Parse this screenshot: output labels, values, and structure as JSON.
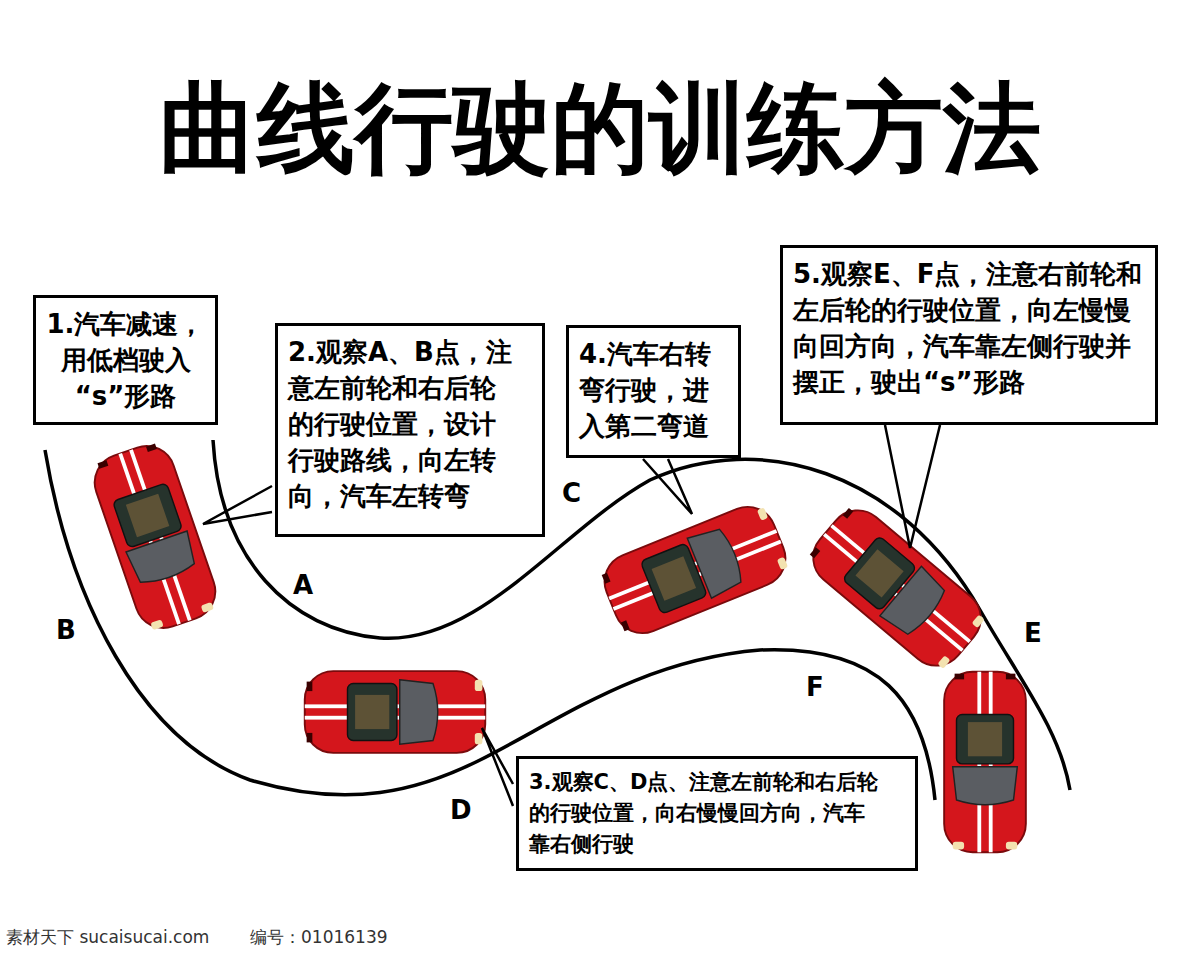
{
  "diagram": {
    "title": "曲线行驶的训练方法",
    "nodes": [
      {
        "text": [
          "1.汽车减速， 用低档驶入 “s”形路"
        ]
      },
      {
        "text": [
          "2.观察A、B点，注 意左前轮和右后轮 的行驶位置，设计 行驶路线，向左转 向，汽车左转弯"
        ]
      },
      {
        "text": [
          "3.观察C、D点、注意左前轮和右后轮 的行驶位置，向右慢慢回方向，汽车 靠右侧行驶"
        ]
      },
      {
        "text": [
          "4.汽车右转 弯行驶，进 入第二弯道"
        ]
      },
      {
        "text": [
          "5.观察E、F点，注意右前轮和 左后轮的行驶位置，向左慢慢 向回方向，汽车靠左侧行驶并 摆正，驶出“s”形路"
        ]
      }
    ],
    "labels": [
      "A",
      "B",
      "C",
      "D",
      "E",
      "F",
      "素材天下 sucaisucai.com",
      "编号：01016139"
    ]
  }
}
